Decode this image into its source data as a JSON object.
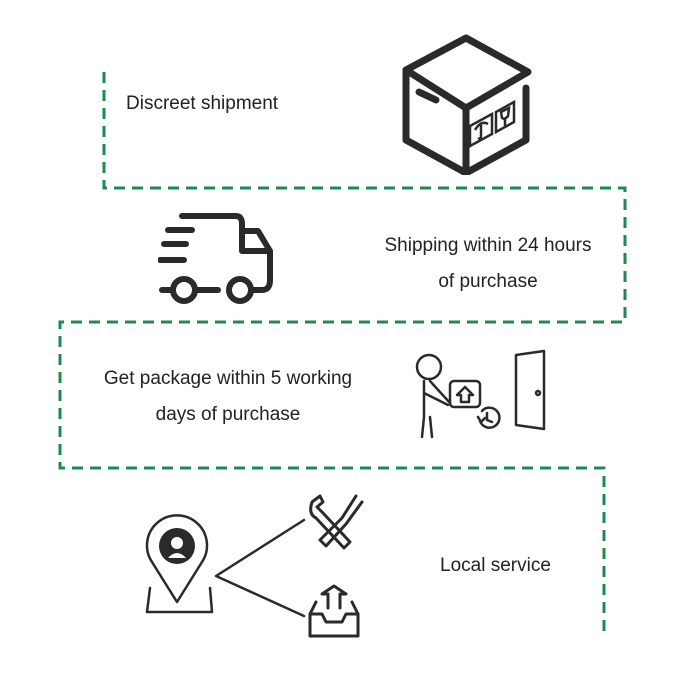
{
  "steps": [
    {
      "label": "Discreet shipment",
      "icon": "package-box-icon"
    },
    {
      "line1": "Shipping within 24 hours",
      "line2": "of purchase",
      "icon": "fast-delivery-truck-icon"
    },
    {
      "line1": "Get package within 5 working",
      "line2": "days of purchase",
      "icon": "delivery-person-door-icon"
    },
    {
      "label": "Local service",
      "icon": "location-service-icon",
      "branches": [
        "tools-icon",
        "package-return-icon"
      ]
    }
  ],
  "colors": {
    "path": "#1f8a4c",
    "ink": "#2a2a2a",
    "text": "#222222"
  }
}
